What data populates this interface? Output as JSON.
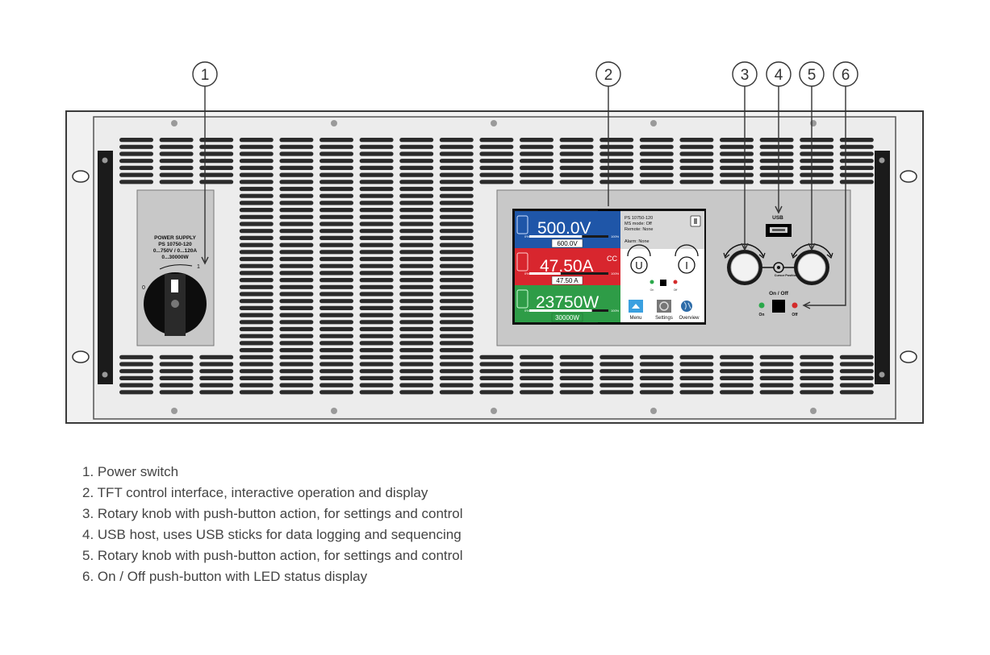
{
  "callouts": [
    "1",
    "2",
    "3",
    "4",
    "5",
    "6"
  ],
  "legend": [
    "1. Power switch",
    "2. TFT control interface, interactive operation and display",
    "3. Rotary knob with push-button action, for settings and control",
    "4. USB host, uses USB sticks for data logging and sequencing",
    "5. Rotary knob with push-button action, for settings and control",
    "6. On / Off push-button with LED status display"
  ],
  "switch_panel": {
    "title": "POWER SUPPLY",
    "model": "PS 10750-120",
    "ratings": "0...750V / 0...120A",
    "power": "0...30000W",
    "pos_on": "1",
    "pos_off": "0"
  },
  "display": {
    "voltage": {
      "actual": "500.0V",
      "set": "600.0V",
      "min": "0%",
      "max": "100%"
    },
    "current": {
      "actual": "47.50A",
      "set": "47.50 A",
      "mode": "CC",
      "min": "0%",
      "max": "100%"
    },
    "power": {
      "actual": "23750W",
      "set": "30000W",
      "min": "0%",
      "max": "100%"
    },
    "status": {
      "model": "PS 10750-120",
      "ms_mode": "MS mode: Off",
      "remote": "Remote: None",
      "alarm": "Alarm: None"
    },
    "knob_left": "U",
    "knob_right": "I",
    "led_on": "On",
    "led_off": "Off",
    "menu": "Menu",
    "settings": "Settings",
    "overview": "Overview"
  },
  "controls": {
    "usb": "USB",
    "cursor": "Cursor Position",
    "onoff": "On / Off",
    "on": "On",
    "off": "Off"
  },
  "colors": {
    "voltage_panel": "#1f56a8",
    "current_panel": "#d8262e",
    "power_panel": "#2e9c47",
    "chassis": "#eeeeee",
    "grille": "#2b2b2b",
    "led_on": "#2aa84a",
    "led_off": "#d42b2b"
  }
}
